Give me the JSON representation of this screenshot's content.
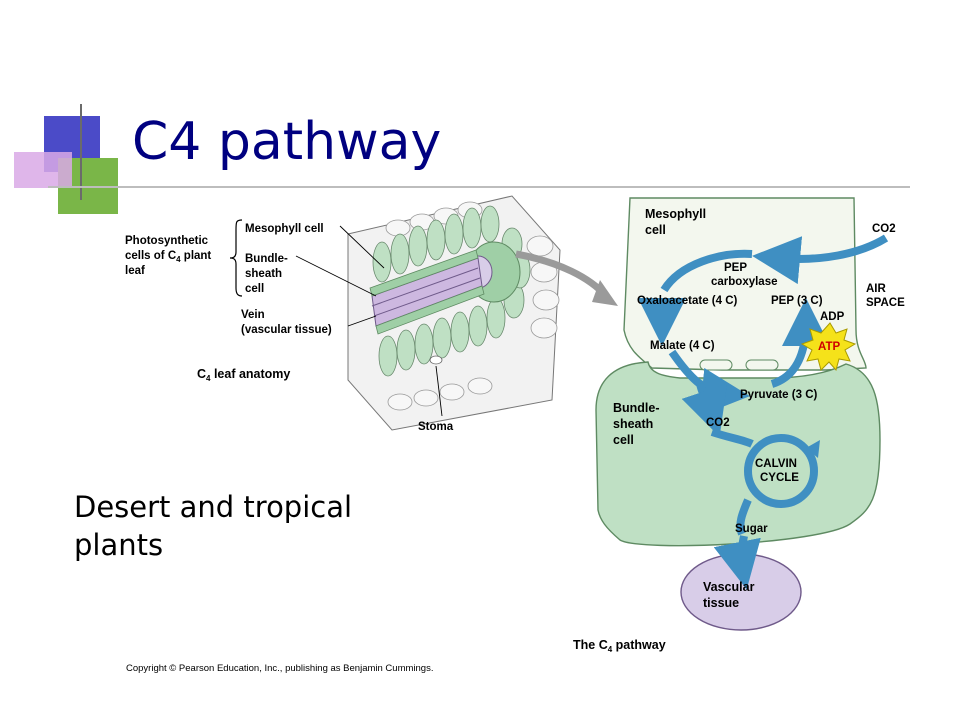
{
  "slide": {
    "title": "C4 pathway",
    "bullet": "Desert and tropical plants",
    "copyright": "Copyright © Pearson Education, Inc., publishing as Benjamin Cummings."
  },
  "colors": {
    "title": "#000080",
    "deco_blue": "#4b4bc8",
    "deco_green": "#7ab648",
    "deco_pink": "#d9a9e6",
    "mesophyll_fill": "#f3f7ee",
    "bundle_fill": "#bfe0c4",
    "vascular_fill": "#d8cde8",
    "arrow": "#3f8fc2",
    "atp": "#f5e21a"
  },
  "leaf_anatomy": {
    "photosynthetic_cells_label": [
      "Photosynthetic",
      "cells of C4 plant",
      "leaf"
    ],
    "mesophyll_label": "Mesophyll cell",
    "bundle_sheath_label": [
      "Bundle-",
      "sheath",
      "cell"
    ],
    "vein_label": [
      "Vein",
      "(vascular tissue)"
    ],
    "caption": "C4 leaf anatomy",
    "stoma_label": "Stoma"
  },
  "pathway": {
    "mesophyll_label": [
      "Mesophyll",
      "cell"
    ],
    "co2_in": "CO2",
    "pep_carboxylase": [
      "PEP",
      "carboxylase"
    ],
    "air_space": [
      "AIR",
      "SPACE"
    ],
    "oxaloacetate": "Oxaloacetate (4 C)",
    "pep": "PEP (3 C)",
    "adp": "ADP",
    "atp": "ATP",
    "malate": "Malate (4 C)",
    "pyruvate": "Pyruvate (3 C)",
    "bundle_label": [
      "Bundle-",
      "sheath",
      "cell"
    ],
    "co2_bundle": "CO2",
    "calvin": [
      "CALVIN",
      "CYCLE"
    ],
    "sugar": "Sugar",
    "vascular": [
      "Vascular",
      "tissue"
    ],
    "caption": "The C4 pathway"
  }
}
